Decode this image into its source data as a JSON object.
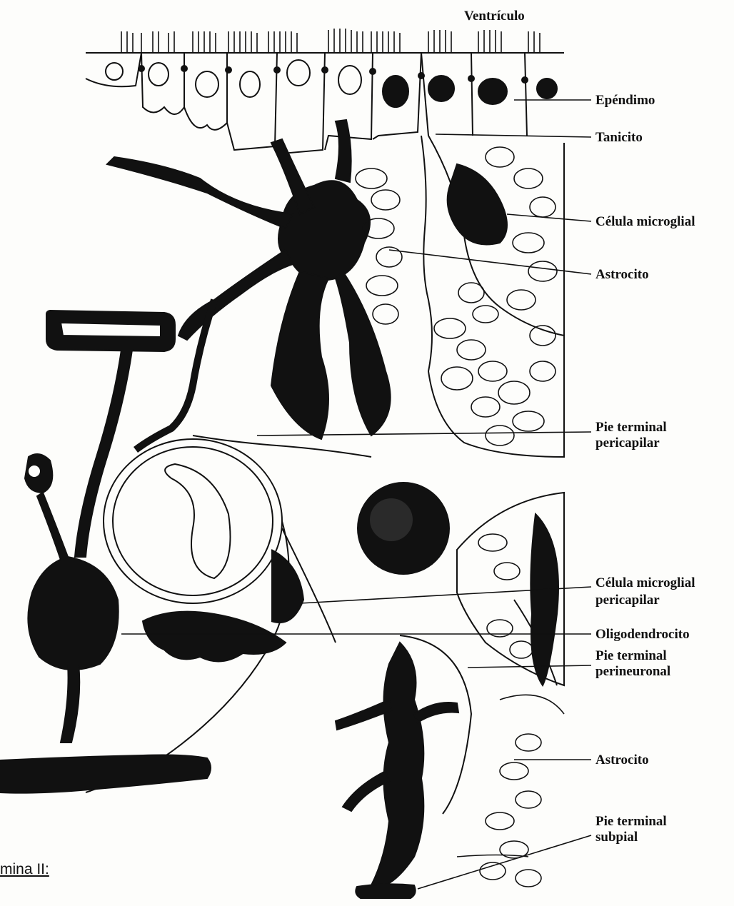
{
  "diagram": {
    "top_label": "Ventrículo",
    "labels": {
      "ependimo": "Epéndimo",
      "tanicito": "Tanicito",
      "microglial_1": "Célula microglial",
      "astrocito_1": "Astrocito",
      "pie_pericapilar_line1": "Pie terminal",
      "pie_pericapilar_line2": "pericapilar",
      "microglial_peri_line1": "Célula microglial",
      "microglial_peri_line2": "pericapilar",
      "oligodendrocito": "Oligodendrocito",
      "pie_perineuronal_line1": "Pie terminal",
      "pie_perineuronal_line2": "perineuronal",
      "astrocito_2": "Astrocito",
      "pie_subpial_line1": "Pie terminal",
      "pie_subpial_line2": "subpial"
    },
    "caption": "mina II:"
  },
  "colors": {
    "ink": "#111111",
    "paper": "#fdfdfb"
  }
}
